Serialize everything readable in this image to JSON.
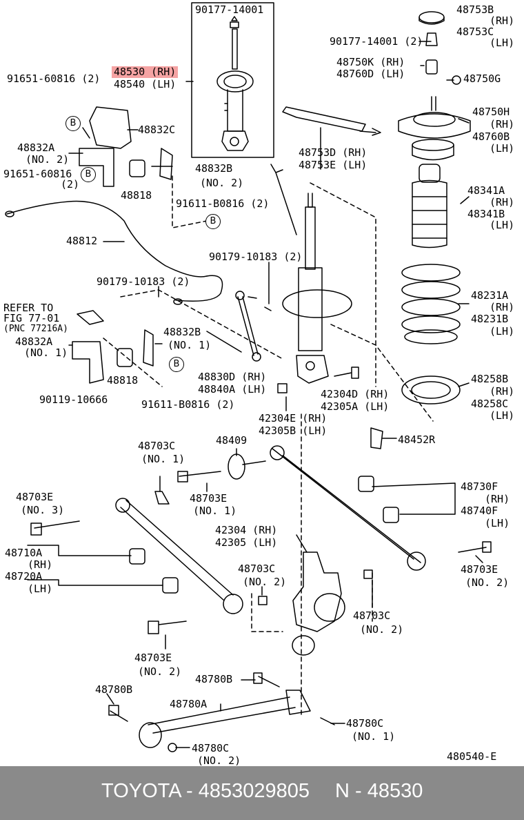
{
  "diagram_code": "480540-E",
  "badge_letter": "B",
  "labels": {
    "p90177_top": "90177-14001",
    "p48530": "48530 (RH)",
    "p48540": "48540 (LH)",
    "p91651_a": "91651-60816 (2)",
    "p48832C": "48832C",
    "p48832A_2": "48832A",
    "no2_a": "(NO. 2)",
    "p91651_b": "91651-60816",
    "two_a": "(2)",
    "p48818_a": "48818",
    "p48832B_2": "48832B",
    "no2_b": "(NO. 2)",
    "p91611_a": "91611-B0816 (2)",
    "p48812": "48812",
    "p90179_a": "90179-10183 (2)",
    "p90179_b": "90179-10183 (2)",
    "refer1": "REFER TO",
    "refer2": "FIG 77-01",
    "refer3": "(PNC 77216A)",
    "p48832A_1": "48832A",
    "no1_a": "(NO. 1)",
    "p48832B_1": "48832B",
    "no1_b": "(NO. 1)",
    "p48818_b": "48818",
    "p90119": "90119-10666",
    "p91611_b": "91611-B0816 (2)",
    "p48830D": "48830D (RH)",
    "p48840A": "48840A (LH)",
    "p42304E": "42304E (RH)",
    "p42305B": "42305B (LH)",
    "p42304D": "42304D (RH)",
    "p42305A": "42305A (LH)",
    "p48753B": "48753B",
    "rh_1": "(RH)",
    "p48753C": "48753C",
    "lh_1": "(LH)",
    "p90177_2": "90177-14001 (2)",
    "p48750K": "48750K (RH)",
    "p48760D": "48760D (LH)",
    "p48750G": "48750G",
    "p48750H": "48750H",
    "rh_2": "(RH)",
    "p48760B": "48760B",
    "lh_2": "(LH)",
    "p48753D": "48753D (RH)",
    "p48753E": "48753E (LH)",
    "p48341A": "48341A",
    "rh_3": "(RH)",
    "p48341B": "48341B",
    "lh_3": "(LH)",
    "p48231A": "48231A",
    "rh_4": "(RH)",
    "p48231B": "48231B",
    "lh_4": "(LH)",
    "p48258B": "48258B",
    "rh_5": "(RH)",
    "p48258C": "48258C",
    "lh_5": "(LH)",
    "p48452R": "48452R",
    "p48703C_1": "48703C",
    "no1_c": "(NO. 1)",
    "p48409": "48409",
    "p48703E_1": "48703E",
    "no1_d": "(NO. 1)",
    "p48703E_3": "48703E",
    "no3": "(NO. 3)",
    "p48730F": "48730F",
    "rh_6": "(RH)",
    "p48740F": "48740F",
    "lh_6": "(LH)",
    "p42304": "42304 (RH)",
    "p42305": "42305 (LH)",
    "p48710A": "48710A",
    "rh_7": "(RH)",
    "p48720A": "48720A",
    "lh_7": "(LH)",
    "p48703C_2a": "48703C",
    "no2_c": "(NO. 2)",
    "p48703E_2a": "48703E",
    "no2_d": "(NO. 2)",
    "p48703C_2b": "48703C",
    "no2_e": "(NO. 2)",
    "p48703E_2b": "48703E",
    "no2_f": "(NO. 2)",
    "p48780B_a": "48780B",
    "p48780B_b": "48780B",
    "p48780A": "48780A",
    "p48780C_1": "48780C",
    "no1_e": "(NO. 1)",
    "p48780C_2": "48780C",
    "no2_g": "(NO. 2)"
  },
  "footer": {
    "brand_part": "TOYOTA - 4853029805",
    "ref": "N - 48530"
  },
  "highlight_color": "#f5a3a3",
  "footer_bg": "#8a8a8a"
}
